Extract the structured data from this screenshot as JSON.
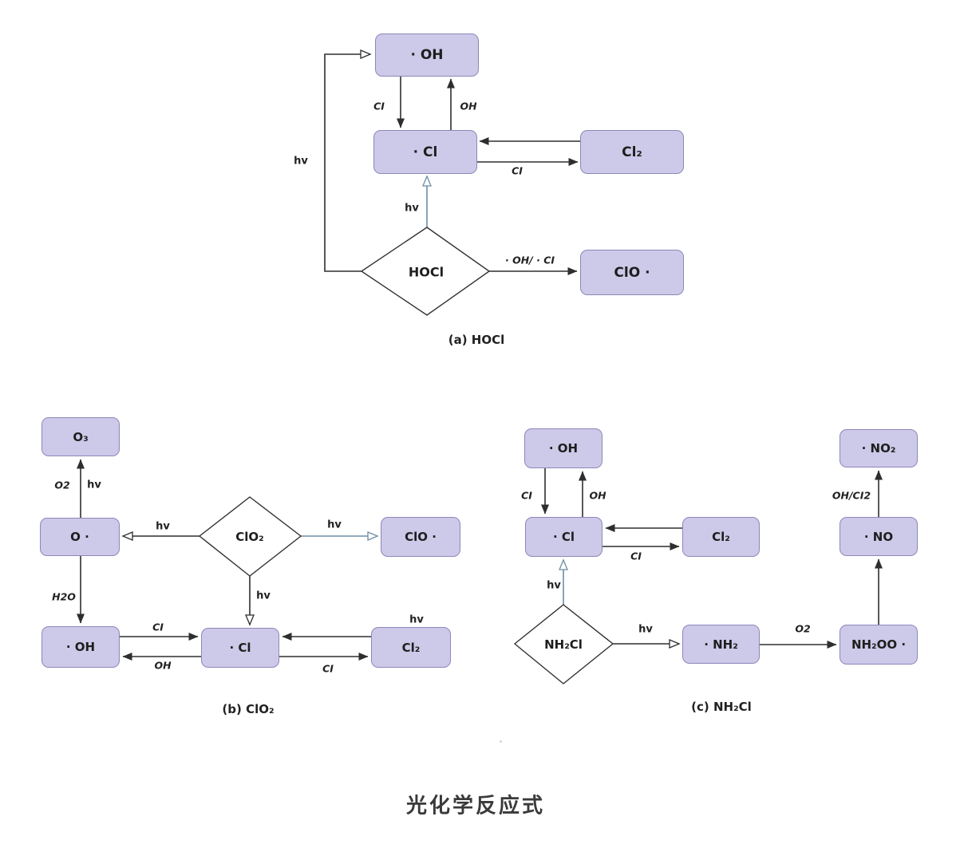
{
  "main_caption": "光化学反应式",
  "colors": {
    "box_fill": "#cdc9e8",
    "box_border": "#8c87ba",
    "arrow_line": "#2e2e2e",
    "hv_arrow_blue": "#6c8ea6"
  },
  "diagram_a": {
    "caption": "(a) HOCl",
    "nodes": {
      "oh": "· OH",
      "cl": "· Cl",
      "cl2": "Cl₂",
      "clo": "ClO ·",
      "hocl": "HOCl"
    },
    "edge_labels": {
      "oh_to_cl": "CI",
      "cl_to_oh": "OH",
      "cl_to_cl2": "CI",
      "hocl_to_clo": "· OH/ · CI",
      "hv_loop": "hv",
      "hv_up": "hv"
    }
  },
  "diagram_b": {
    "caption": "(b) ClO₂",
    "nodes": {
      "o3": "O₃",
      "o": "O ·",
      "oh": "· OH",
      "cl": "· Cl",
      "cl2": "Cl₂",
      "clo": "ClO ·",
      "clo2": "ClO₂"
    },
    "edge_labels": {
      "o_to_o3": "O2",
      "o_to_o3_hv": "hv",
      "o_to_oh": "H2O",
      "clo2_to_o": "hv",
      "clo2_to_clo": "hv",
      "clo2_to_cl": "hv",
      "oh_to_cl": "CI",
      "cl_to_oh": "OH",
      "cl2_hv": "hv",
      "cl_to_cl2": "CI"
    }
  },
  "diagram_c": {
    "caption": "(c) NH₂Cl",
    "nodes": {
      "oh": "· OH",
      "cl": "· Cl",
      "cl2": "Cl₂",
      "nh2cl": "NH₂Cl",
      "nh2": "· NH₂",
      "nh2oo": "NH₂OO ·",
      "no": "· NO",
      "no2": "· NO₂"
    },
    "edge_labels": {
      "oh_to_cl": "CI",
      "cl_to_oh": "OH",
      "cl_to_cl2": "CI",
      "hv_up": "hv",
      "nh2cl_to_nh2": "hv",
      "nh2_to_nh2oo": "O2",
      "no_to_no2": "OH/CI2"
    }
  }
}
